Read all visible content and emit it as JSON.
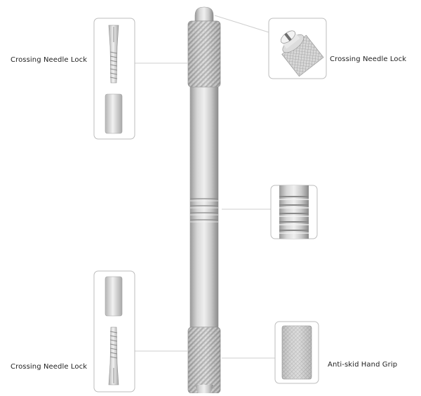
{
  "labels": {
    "top_left": "Crossing Needle Lock",
    "top_right": "Crossing Needle Lock",
    "bottom_left": "Crossing Needle Lock",
    "bottom_right": "Anti-skid Hand Grip"
  },
  "colors": {
    "connector_line": "#cfcfcf",
    "callout_border": "#bdbdbd",
    "metal_light": "#e9e9e9",
    "metal_mid": "#c8c8c8",
    "metal_dark": "#8e8e8e",
    "label_text": "#222222"
  }
}
